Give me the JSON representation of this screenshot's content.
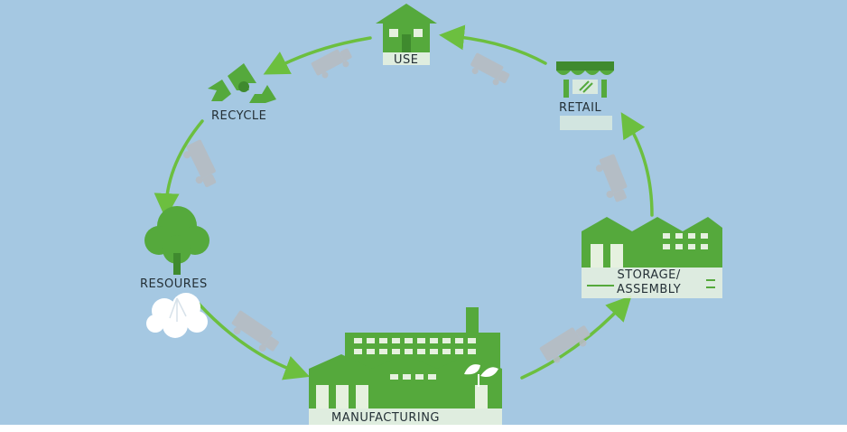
{
  "stages": {
    "use": "USE",
    "recycle": "RECYCLE",
    "retail": "RETAIL",
    "resources": "RESOURES",
    "storage_line1": "STORAGE/",
    "storage_line2": "ASSEMBLY",
    "manufacturing": "MANUFACTURING"
  },
  "flow": [
    "resources",
    "manufacturing",
    "storage",
    "retail",
    "use",
    "recycle",
    "resources"
  ],
  "colors": {
    "background": "#a5c8e2",
    "green": "#55a93c",
    "dark_green": "#3f8a2e",
    "window_light": "#e6f1df",
    "arrow": "#6cbf3f",
    "truck_gray": "#b6bcc2",
    "label": "#243036"
  },
  "icons": [
    "house-icon",
    "recycle-icon",
    "retail-stall-icon",
    "tree-icon",
    "warehouse-icon",
    "factory-icon",
    "truck-icon"
  ]
}
